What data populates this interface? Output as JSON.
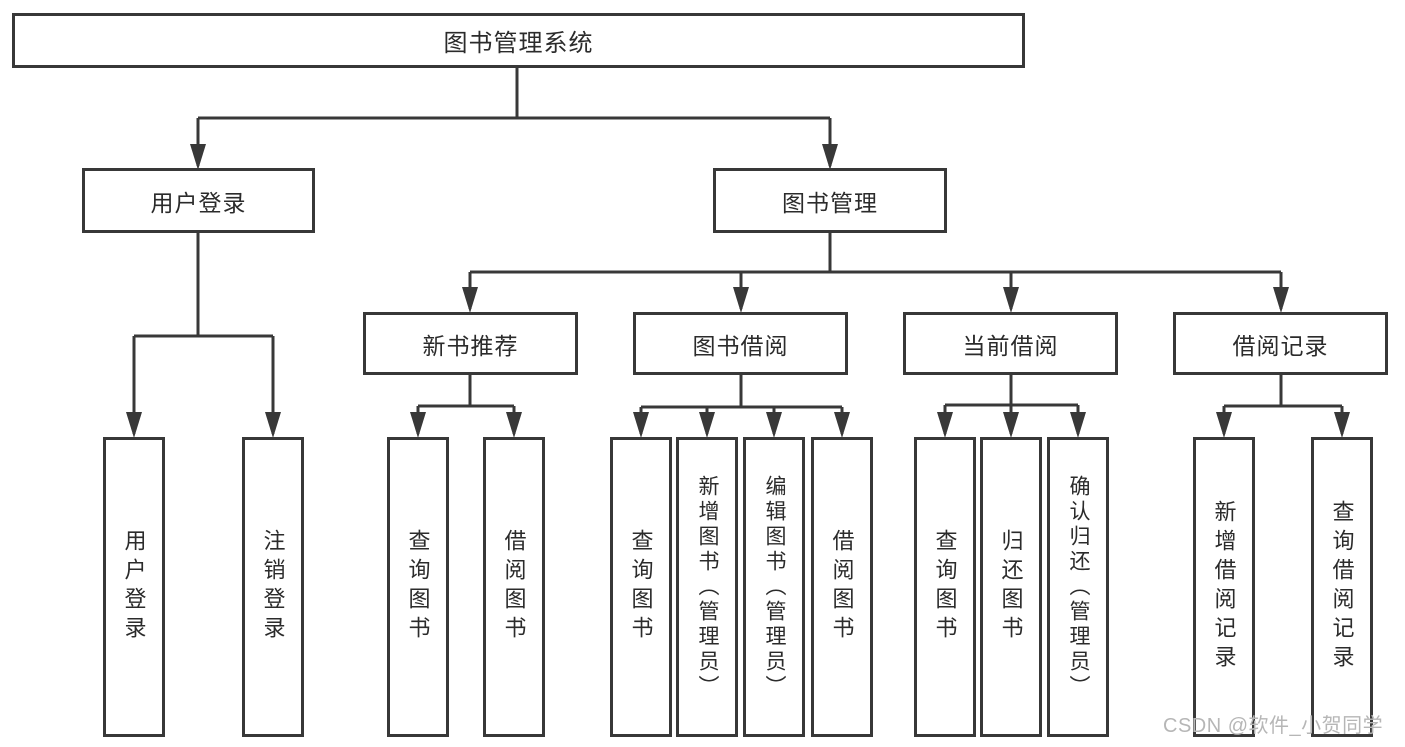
{
  "diagram": {
    "root": {
      "label": "图书管理系统"
    },
    "branches": [
      {
        "label": "用户登录",
        "leaves": [
          {
            "label": "用户登录"
          },
          {
            "label": "注销登录"
          }
        ]
      },
      {
        "label": "图书管理",
        "sections": [
          {
            "label": "新书推荐",
            "leaves": [
              {
                "label": "查询图书"
              },
              {
                "label": "借阅图书"
              }
            ]
          },
          {
            "label": "图书借阅",
            "leaves": [
              {
                "label": "查询图书"
              },
              {
                "label": "新增图书（管理员）"
              },
              {
                "label": "编辑图书（管理员）"
              },
              {
                "label": "借阅图书"
              }
            ]
          },
          {
            "label": "当前借阅",
            "leaves": [
              {
                "label": "查询图书"
              },
              {
                "label": "归还图书"
              },
              {
                "label": "确认归还（管理员）"
              }
            ]
          },
          {
            "label": "借阅记录",
            "leaves": [
              {
                "label": "新增借阅记录"
              },
              {
                "label": "查询借阅记录"
              }
            ]
          }
        ]
      }
    ],
    "watermark": "CSDN @软件_小贺同学"
  },
  "style": {
    "line_color": "#383838",
    "text_color": "#2b2b2b",
    "watermark_color": "#b6b6b6",
    "background": "#ffffff"
  }
}
